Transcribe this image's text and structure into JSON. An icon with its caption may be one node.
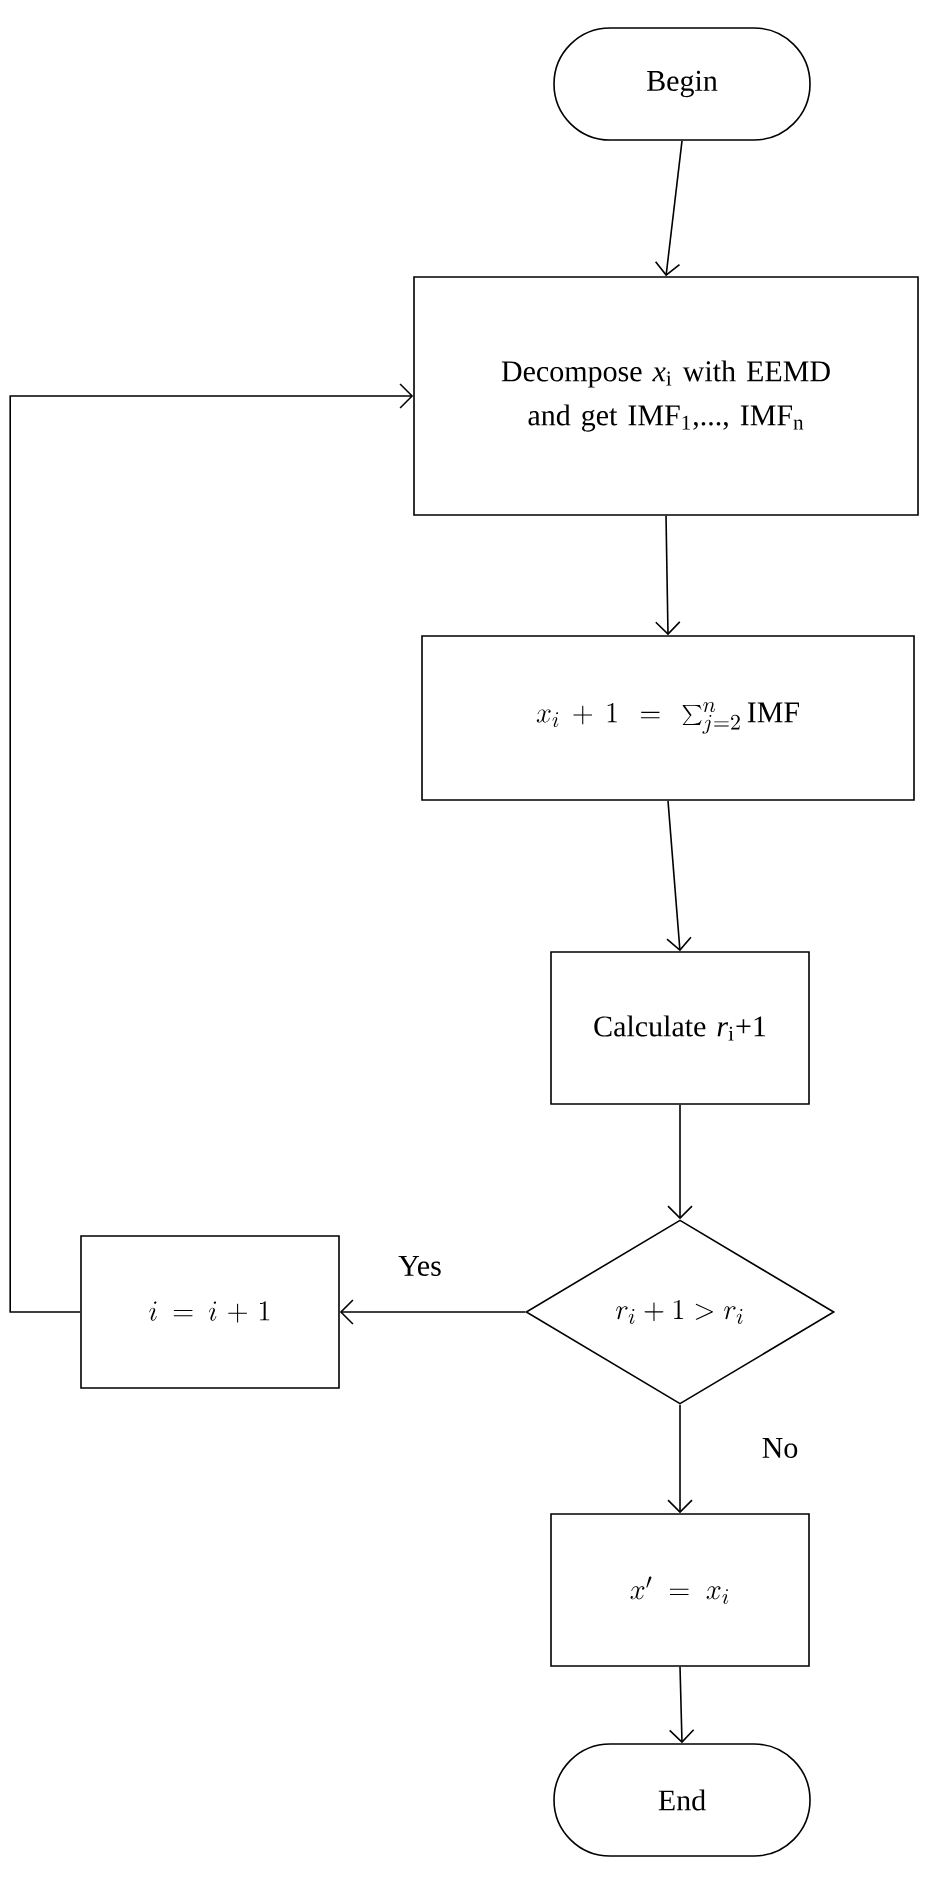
{
  "diagram": {
    "nodes": [
      {
        "text": [
          "Begin"
        ]
      },
      {
        "text": [
          "Decompose *x*$_{i}$ with EEMD and get IMF$_{1}$,..., IMF$_{n}$"
        ]
      },
      {
        "text": [
          "x_i+1=\\sum_{j=2}^{n}\\mathrm{IMF}"
        ]
      },
      {
        "text": [
          "Calculate *r*$_{i}$+1"
        ]
      },
      {
        "text": [
          "r_i+1>r_i"
        ]
      },
      {
        "text": [
          "i=i+1"
        ]
      },
      {
        "text": [
          "x'=x_i"
        ]
      },
      {
        "text": [
          "End"
        ]
      }
    ],
    "edges": [
      {
        "from": 0,
        "to": 1,
        "arrow": "to"
      },
      {
        "from": 1,
        "to": 2,
        "arrow": "to"
      },
      {
        "from": 2,
        "to": 3,
        "arrow": "to"
      },
      {
        "from": 3,
        "to": 4,
        "arrow": "to"
      },
      {
        "from": 4,
        "to": 5,
        "arrow": "to",
        "label": "Yes"
      },
      {
        "from": 5,
        "to": 1,
        "arrow": "to"
      },
      {
        "from": 4,
        "to": 6,
        "arrow": "to",
        "label": "No"
      },
      {
        "from": 6,
        "to": 7,
        "arrow": "to"
      }
    ]
  }
}
